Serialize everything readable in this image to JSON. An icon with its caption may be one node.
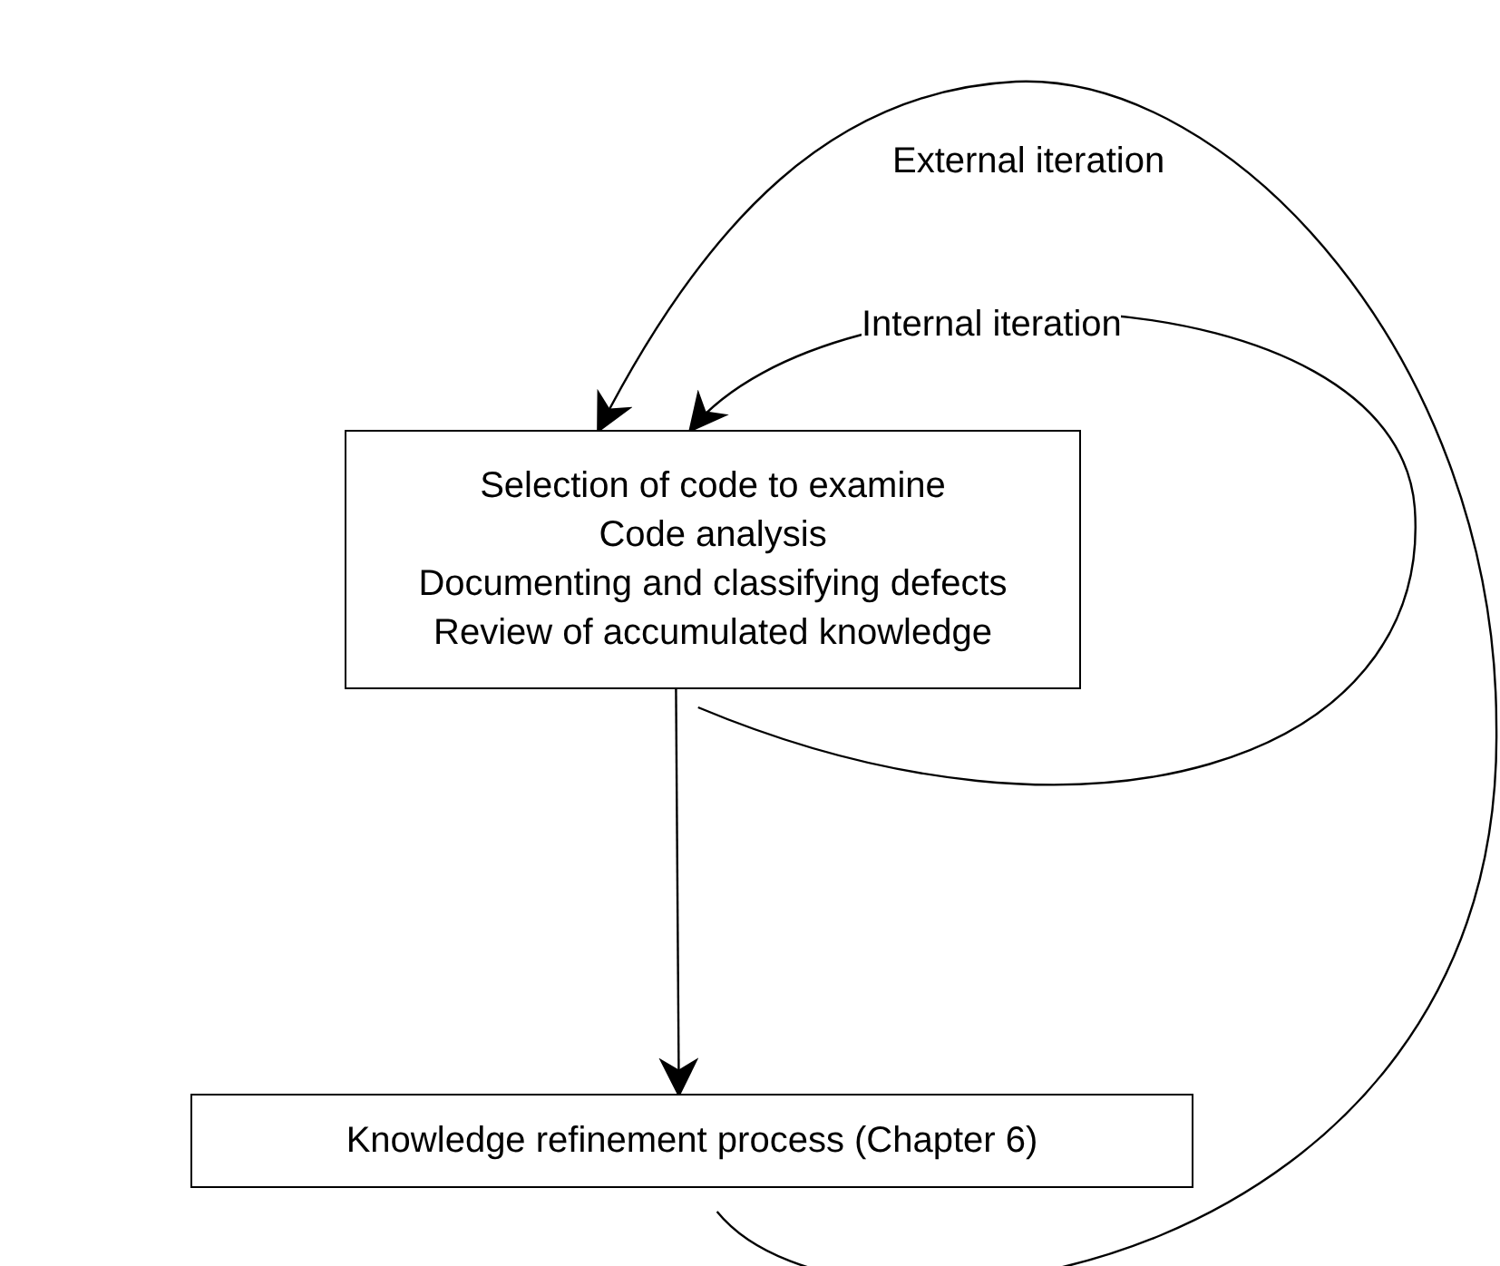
{
  "diagram": {
    "nodes": [
      {
        "text": [
          "Selection of code to examine",
          "Code analysis",
          "Documenting and classifying defects",
          "Review of accumulated knowledge"
        ]
      },
      {
        "text": [
          "Knowledge refinement process (Chapter 6)"
        ]
      }
    ],
    "edges": [
      {
        "from": 0,
        "to": 1,
        "arrow": "to"
      },
      {
        "from": 0,
        "to": 0,
        "arrow": "to",
        "label": "Internal iteration"
      },
      {
        "from": 1,
        "to": 0,
        "arrow": "to",
        "label": "External iteration"
      }
    ]
  }
}
